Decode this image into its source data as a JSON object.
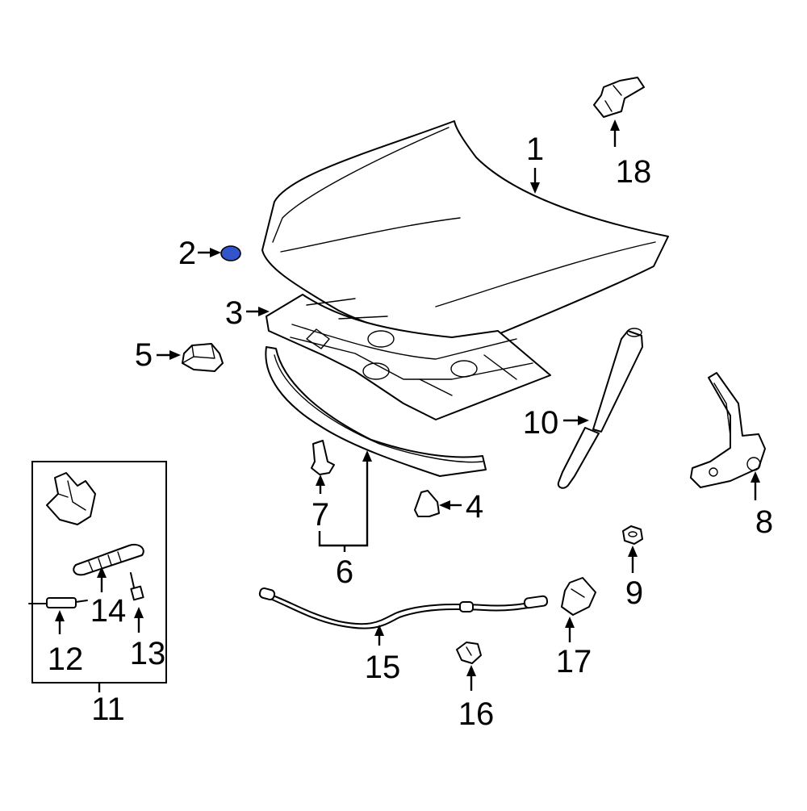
{
  "callouts": {
    "p1": "1",
    "p2": "2",
    "p3": "3",
    "p4": "4",
    "p5": "5",
    "p6": "6",
    "p7": "7",
    "p8": "8",
    "p9": "9",
    "p10": "10",
    "p11": "11",
    "p12": "12",
    "p13": "13",
    "p14": "14",
    "p15": "15",
    "p16": "16",
    "p17": "17",
    "p18": "18"
  },
  "highlight": {
    "part": "2",
    "color": "#3355cc"
  }
}
